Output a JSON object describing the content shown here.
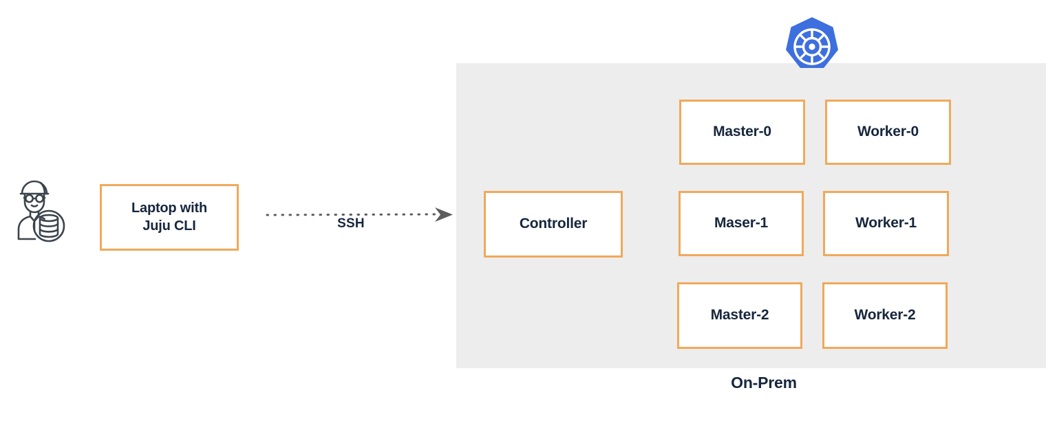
{
  "diagram": {
    "title_caption": "On-Prem",
    "colors": {
      "box_border": "#f0a95a",
      "box_fill": "#ffffff",
      "panel_bg": "#ededed",
      "text": "#16263d",
      "kubernetes_blue": "#3d6fde",
      "arrow_gray": "#5c5c5c",
      "icon_stroke": "#3b444c"
    },
    "client": {
      "user_icon_name": "user-with-database-icon",
      "laptop_box_label": "Laptop with\nJuju CLI"
    },
    "connector": {
      "label": "SSH",
      "style": "dotted-arrow",
      "direction": "left-to-right"
    },
    "cluster": {
      "logo_name": "kubernetes-logo",
      "controller_label": "Controller",
      "nodes": [
        {
          "id": "master-0",
          "label": "Master-0"
        },
        {
          "id": "worker-0",
          "label": "Worker-0"
        },
        {
          "id": "maser-1",
          "label": "Maser-1"
        },
        {
          "id": "worker-1",
          "label": "Worker-1"
        },
        {
          "id": "master-2",
          "label": "Master-2"
        },
        {
          "id": "worker-2",
          "label": "Worker-2"
        }
      ]
    }
  }
}
